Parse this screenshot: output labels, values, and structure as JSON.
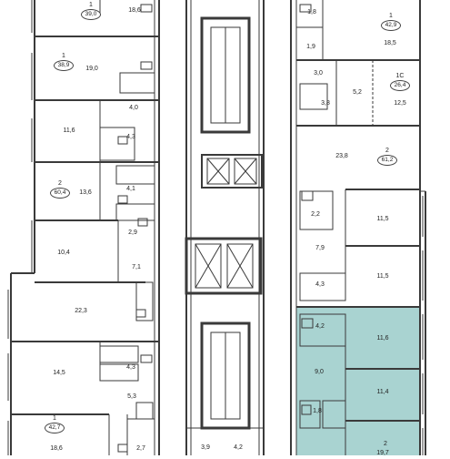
{
  "plan": {
    "highlight_color": "#a9d3d1",
    "wall_color": "#3a3a3a",
    "apartments": [
      {
        "rooms": "1",
        "area": "39,0"
      },
      {
        "rooms": "1",
        "area": "38,9"
      },
      {
        "rooms": "2",
        "area": "60,4"
      },
      {
        "rooms": "1",
        "area": "42,7"
      },
      {
        "rooms": "1",
        "area": "42,9"
      },
      {
        "rooms": "1С",
        "area": "26,4"
      },
      {
        "rooms": "2",
        "area": "61,2"
      },
      {
        "rooms": "2",
        "area": ""
      }
    ],
    "rooms": [
      "18,6",
      "19,0",
      "4,0",
      "11,6",
      "4,3",
      "13,6",
      "4,1",
      "2,9",
      "10,4",
      "7,1",
      "22,3",
      "14,5",
      "4,3",
      "5,3",
      "18,6",
      "2,7",
      "1,8",
      "18,5",
      "1,9",
      "3,0",
      "5,2",
      "3,8",
      "12,5",
      "23,8",
      "2,2",
      "11,5",
      "7,9",
      "11,5",
      "4,3",
      "4,2",
      "11,6",
      "9,0",
      "11,4",
      "1,8",
      "19,7",
      "3,9",
      "4,2"
    ]
  }
}
